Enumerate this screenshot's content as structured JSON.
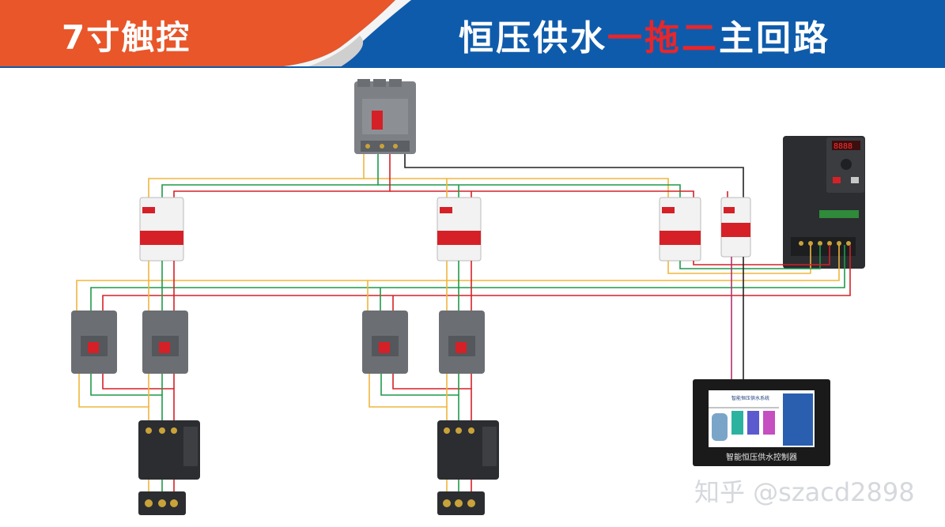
{
  "header": {
    "left_title": "7寸触控",
    "right_title_parts": [
      "恒压供水",
      "一拖二",
      "主回路"
    ]
  },
  "colors": {
    "header_blue": "#0f5bab",
    "header_orange": "#e8562a",
    "highlight_red": "#e8262b",
    "wire_yellow": "#f0b63c",
    "wire_green": "#1f9a4a",
    "wire_red": "#d62027",
    "wire_black": "#222222",
    "wire_magenta": "#b0306e",
    "device_grey": "#6b6e72",
    "breaker_red": "#d62027"
  },
  "hmi": {
    "caption": "智能恒压供水系统",
    "footer": "智能恒压供水控制器"
  },
  "watermark": "知乎 @szacd2898"
}
